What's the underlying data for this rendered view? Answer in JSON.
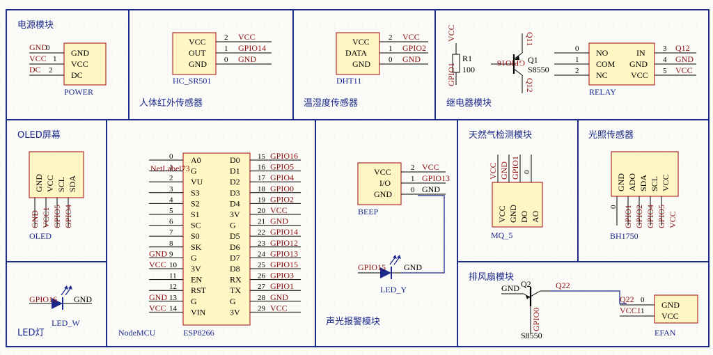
{
  "sections": {
    "power": "电源模块",
    "pir": "人体红外传感器",
    "dht": "温湿度传感器",
    "relay": "继电器模块",
    "oled": "OLED屏幕",
    "gas": "天然气检测模块",
    "light": "光照传感器",
    "led": "LED灯",
    "mcu": "NodeMCU",
    "alarm": "声光报警模块",
    "fan": "排风扇模块"
  },
  "power": {
    "designator": "POWER",
    "pins": [
      "GND",
      "VCC",
      "DC"
    ],
    "nets": [
      "GND",
      "VCC",
      "DC"
    ],
    "nums": [
      "0",
      "1",
      "2"
    ]
  },
  "pir": {
    "designator": "HC_SR501",
    "pins": [
      "VCC",
      "OUT",
      "GND"
    ],
    "nums": [
      "2",
      "1",
      "0"
    ],
    "nets": [
      "VCC",
      "GPIO14",
      "GND"
    ]
  },
  "dht": {
    "designator": "DHT11",
    "pins": [
      "VCC",
      "DATA",
      "GND"
    ],
    "nums": [
      "2",
      "1",
      "0"
    ],
    "nets": [
      "VCC",
      "GPIO2",
      "GND"
    ]
  },
  "relay": {
    "r1": "R1",
    "r1_val": "100",
    "r1_top": "VCC",
    "r1_bot": "GPIO1",
    "q1": "Q1",
    "q1_type": "S8550",
    "q1_base": "GPIO16",
    "q1_col": "Q12",
    "q1_emit": "Q11",
    "designator": "RELAY",
    "left_pins": [
      "NO",
      "COM",
      "NC"
    ],
    "left_nums": [
      "0",
      "1",
      "2"
    ],
    "right_pins": [
      "IN",
      "GND",
      "VCC"
    ],
    "right_nums": [
      "3",
      "4",
      "5"
    ],
    "right_nets": [
      "Q12",
      "GND",
      "VCC"
    ]
  },
  "oled": {
    "designator": "OLED",
    "pins": [
      "GND",
      "VCC",
      "SCL",
      "SDA"
    ],
    "nets": [
      "GND",
      "VCC1",
      "GPIO5",
      "GPIO4"
    ]
  },
  "mcu": {
    "designator": "ESP8266",
    "netlabel": "NetLabel73",
    "left_pins": [
      "A0",
      "G",
      "VU",
      "S3",
      "S2",
      "S1",
      "SC",
      "S0",
      "SK",
      "G",
      "3V",
      "EN",
      "RST",
      "G",
      "VIN"
    ],
    "left_nums": [
      "0",
      "1",
      "2",
      "3",
      "4",
      "5",
      "6",
      "7",
      "8",
      "9",
      "10",
      "11",
      "12",
      "13",
      "14"
    ],
    "left_nets": [
      "",
      "",
      "",
      "",
      "",
      "",
      "",
      "",
      "",
      "GND",
      "VCC",
      "",
      "",
      "GND",
      "VCC"
    ],
    "right_pins": [
      "D0",
      "D1",
      "D2",
      "D3",
      "D4",
      "3V",
      "G",
      "D5",
      "D6",
      "D7",
      "D8",
      "RX",
      "TX",
      "G",
      "3V"
    ],
    "right_nums": [
      "15",
      "16",
      "17",
      "18",
      "19",
      "20",
      "21",
      "22",
      "23",
      "24",
      "25",
      "26",
      "27",
      "28",
      "29"
    ],
    "right_nets": [
      "GPIO16",
      "GPIO5",
      "GPIO4",
      "GPIO0",
      "GPIO2",
      "VCC",
      "GND",
      "GPIO14",
      "GPIO12",
      "GPIO13",
      "GPIO15",
      "GPIO3",
      "GPIO1",
      "GND",
      "VCC"
    ]
  },
  "beep": {
    "designator": "BEEP",
    "pins": [
      "VCC",
      "I/O",
      "GND"
    ],
    "nums": [
      "2",
      "1",
      "0"
    ],
    "nets": [
      "VCC",
      "GPIO13",
      "GND"
    ]
  },
  "led_y": {
    "designator": "LED_Y",
    "left": "GPIO15",
    "right": "GND"
  },
  "led_w": {
    "designator": "LED_W",
    "left": "GPIO16",
    "right": "GND"
  },
  "gas": {
    "designator": "MQ_5",
    "pins": [
      "VCC",
      "GND",
      "DO",
      "AO"
    ],
    "nets": [
      "VCC",
      "GND",
      "GPIO1",
      "0"
    ]
  },
  "light": {
    "designator": "BH1750",
    "pins": [
      "GND",
      "ADO",
      "SDA",
      "SCL",
      "VCC"
    ],
    "nets": [
      "0",
      "GPIO1",
      "GPIO2",
      "GPIO4",
      "GPIO5",
      "VCC"
    ]
  },
  "fan": {
    "q2": "Q2",
    "q2_type": "S8550",
    "q2_left": "GND",
    "q2_right": "Q22",
    "q2_base": "GPIO0",
    "designator": "EFAN",
    "pins": [
      "GND",
      "VCC"
    ],
    "nets": [
      "Q22",
      "VCC1"
    ],
    "nums": [
      "0",
      "1"
    ]
  }
}
